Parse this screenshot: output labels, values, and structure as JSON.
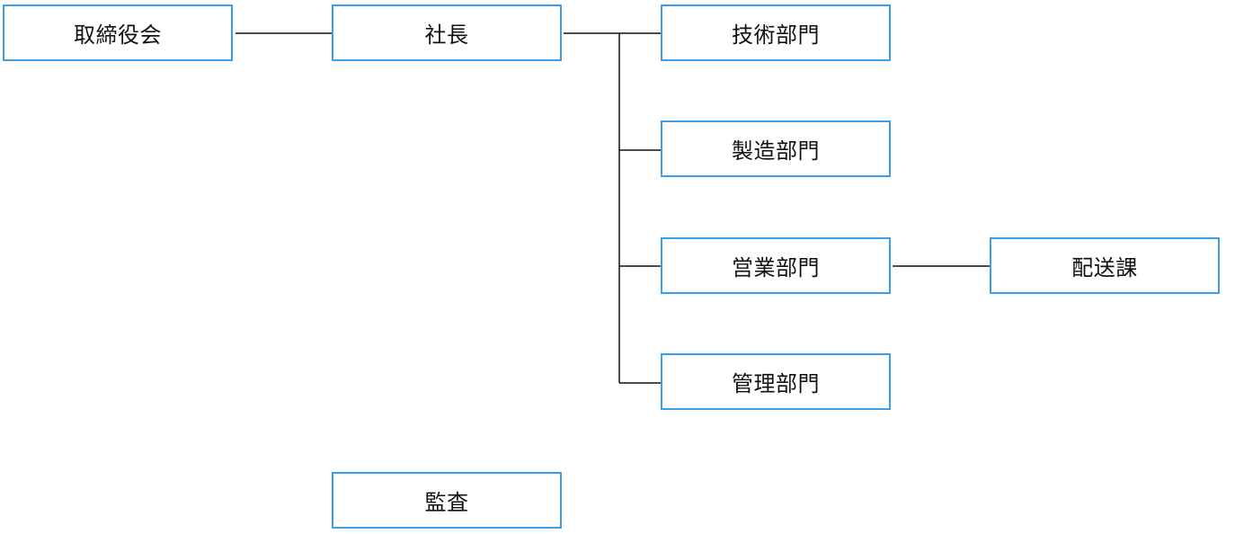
{
  "diagram": {
    "nodes": {
      "board": "取締役会",
      "president": "社長",
      "tech": "技術部門",
      "manufacturing": "製造部門",
      "sales": "営業部門",
      "delivery": "配送課",
      "admin": "管理部門",
      "audit": "監査"
    },
    "colors": {
      "node_border": "#3b9ee6",
      "connector": "#111111",
      "text": "#111111",
      "background": "#ffffff"
    },
    "edges": [
      [
        "board",
        "president"
      ],
      [
        "president",
        "tech"
      ],
      [
        "president",
        "manufacturing"
      ],
      [
        "president",
        "sales"
      ],
      [
        "president",
        "admin"
      ],
      [
        "sales",
        "delivery"
      ]
    ]
  }
}
